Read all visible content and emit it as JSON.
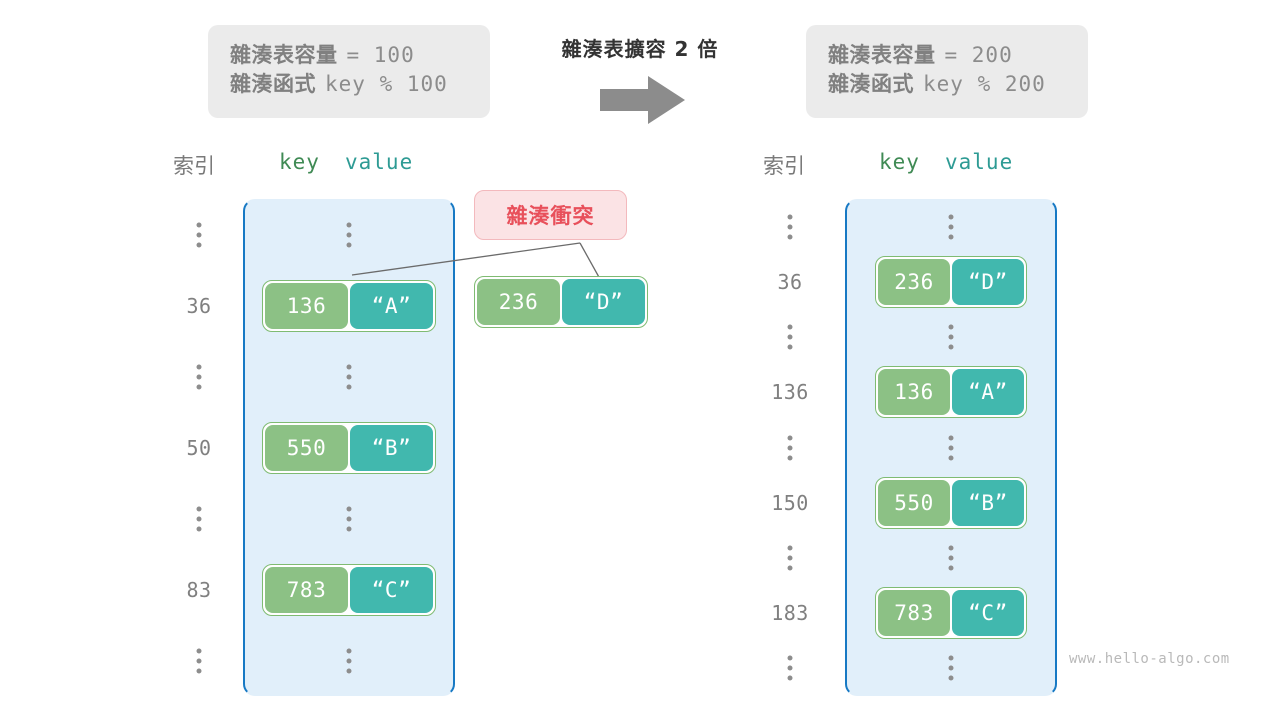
{
  "watermark": "www.hello-algo.com",
  "transition": {
    "label": "雜湊表擴容 2 倍",
    "arrow_icon": "right-arrow-icon"
  },
  "before": {
    "info": {
      "capacity_label": "雜湊表容量",
      "capacity_value": "= 100",
      "function_label": "雜湊函式",
      "function_value": "key % 100"
    },
    "header": {
      "index": "索引",
      "key": "key",
      "value": "value"
    },
    "rows": [
      {
        "index": "",
        "ellipsis": true
      },
      {
        "index": "36",
        "key": "136",
        "value": "“A”"
      },
      {
        "index": "",
        "ellipsis": true
      },
      {
        "index": "50",
        "key": "550",
        "value": "“B”"
      },
      {
        "index": "",
        "ellipsis": true
      },
      {
        "index": "83",
        "key": "783",
        "value": "“C”"
      },
      {
        "index": "",
        "ellipsis": true
      }
    ]
  },
  "collision": {
    "label": "雜湊衝突",
    "entry": {
      "key": "236",
      "value": "“D”"
    }
  },
  "after": {
    "info": {
      "capacity_label": "雜湊表容量",
      "capacity_value": "= 200",
      "function_label": "雜湊函式",
      "function_value": "key % 200"
    },
    "header": {
      "index": "索引",
      "key": "key",
      "value": "value"
    },
    "rows": [
      {
        "index": "",
        "ellipsis": true
      },
      {
        "index": "36",
        "key": "236",
        "value": "“D”"
      },
      {
        "index": "",
        "ellipsis": true
      },
      {
        "index": "136",
        "key": "136",
        "value": "“A”"
      },
      {
        "index": "",
        "ellipsis": true
      },
      {
        "index": "150",
        "key": "550",
        "value": "“B”"
      },
      {
        "index": "",
        "ellipsis": true
      },
      {
        "index": "183",
        "key": "783",
        "value": "“C”"
      },
      {
        "index": "",
        "ellipsis": true
      }
    ]
  },
  "colors": {
    "key_fill": "#8cc185",
    "value_fill": "#41b8ae",
    "array_fill": "#e1effa",
    "array_border": "#1779c4",
    "collision_fill": "#fbe3e5",
    "collision_text": "#e8505b",
    "info_fill": "#ebebeb"
  }
}
